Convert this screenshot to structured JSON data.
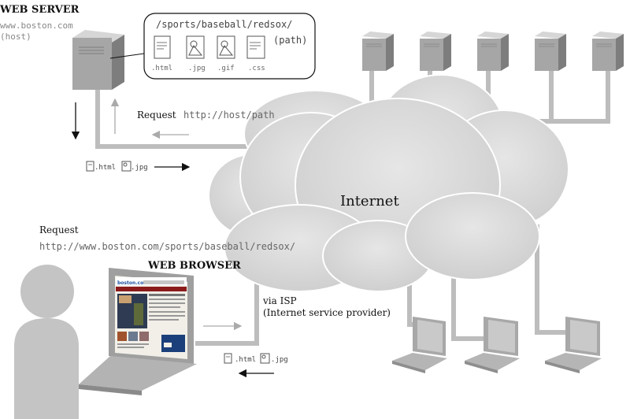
{
  "server": {
    "title": "WEB SERVER",
    "host": "www.boston.com",
    "host_label": "(host)"
  },
  "path_box": {
    "path": "/sports/baseball/redsox/",
    "path_label": "(path)",
    "files": [
      ".html",
      ".jpg",
      ".gif",
      ".css"
    ]
  },
  "server_request": {
    "label": "Request",
    "url": "http://host/path"
  },
  "response_files_top": [
    ".html",
    ".jpg"
  ],
  "internet_label": "Internet",
  "browser_request": {
    "label": "Request",
    "url": "http://www.boston.com/sports/baseball/redsox/"
  },
  "browser": {
    "title": "WEB BROWSER"
  },
  "isp": {
    "line1": "via ISP",
    "line2": "(Internet service provider)"
  },
  "response_files_bottom": [
    ".html",
    ".jpg"
  ],
  "colors": {
    "server_gray": "#9a9a9a",
    "cloud_gray": "#d8d8d8",
    "wire_gray": "#bdbdbd",
    "person_gray": "#c4c4c4"
  }
}
